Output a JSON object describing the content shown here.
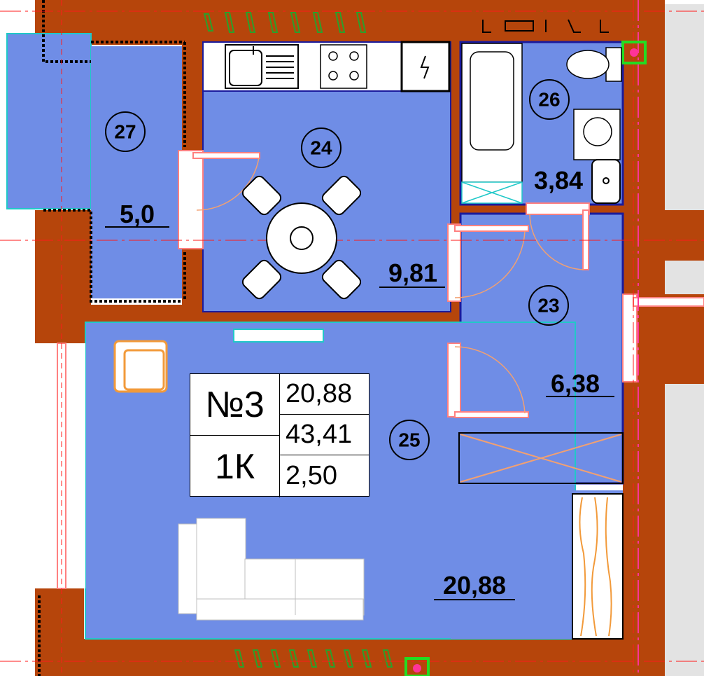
{
  "apartment": {
    "number": "№3",
    "type": "1К",
    "living_area": "20,88",
    "total_area": "43,41",
    "ceiling_height": "2,50"
  },
  "rooms": [
    {
      "id": "room-23",
      "number": "23",
      "area": "6,38"
    },
    {
      "id": "room-24",
      "number": "24",
      "area": "9,81"
    },
    {
      "id": "room-25",
      "number": "25",
      "area": "20,88"
    },
    {
      "id": "room-26",
      "number": "26",
      "area": "3,84"
    },
    {
      "id": "room-27",
      "number": "27",
      "area": "5,0"
    }
  ],
  "colors": {
    "wall": "#b6450b",
    "room_fill": "#6f8de6",
    "outline": "#1a1a9c",
    "furniture": "#ffffff",
    "accent_pink": "#ff3399",
    "door": "#ff8080"
  }
}
